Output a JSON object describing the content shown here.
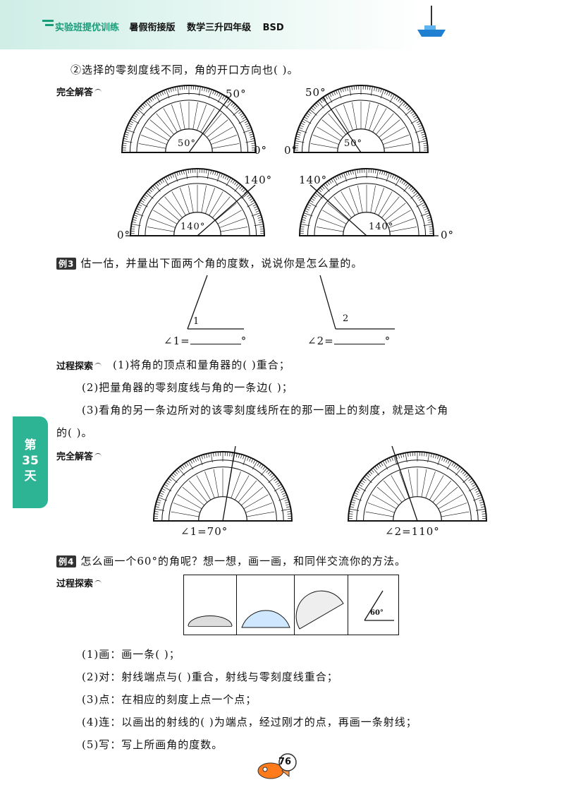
{
  "header": {
    "series": "实验班提优训练",
    "edition": "暑假衔接版",
    "subject": "数学三升四年级",
    "publisher": "BSD"
  },
  "side_tab": {
    "line1": "第",
    "line2": "35",
    "line3": "天"
  },
  "content": {
    "q2_text": "②选择的零刻度线不同，角的开口方向也(    )。",
    "answer_tag_1": "完全解答",
    "protractor_labels": {
      "deg50": "50°",
      "deg50_inner": "50°",
      "deg140": "140°",
      "deg140_inner": "140°",
      "deg0": "0°"
    },
    "ex3_label": "例3",
    "ex3_text": "估一估，并量出下面两个角的度数，说说你是怎么量的。",
    "angle1_mark": "1",
    "angle2_mark": "2",
    "angle1_eq": "∠1=",
    "angle2_eq": "∠2=",
    "degree_sign": "°",
    "process_tag": "过程探索",
    "step1": "(1)将角的顶点和量角器的(    )重合；",
    "step2": "(2)把量角器的零刻度线与角的一条边(    )；",
    "step3a": "(3)看角的另一条边所对的该零刻度线所在的那一圈上的刻度，就是这个角",
    "step3b": "的(    )。",
    "answer_tag_2": "完全解答",
    "ans1": "∠1=70°",
    "ans2": "∠2=110°",
    "ex4_label": "例4",
    "ex4_text": "怎么画一个60°的角呢？想一想，画一画，和同伴交流你的方法。",
    "process_tag_2": "过程探索",
    "draw_60": "60°",
    "d1": "(1)画：画一条(    )；",
    "d2": "(2)对：射线端点与(    )重合，射线与零刻度线重合；",
    "d3": "(3)点：在相应的刻度上点一个点；",
    "d4": "(4)连：以画出的射线的(    )为端点，经过刚才的点，再画一条射线；",
    "d5": "(5)写：写上所画角的度数。"
  },
  "page_number": "76"
}
